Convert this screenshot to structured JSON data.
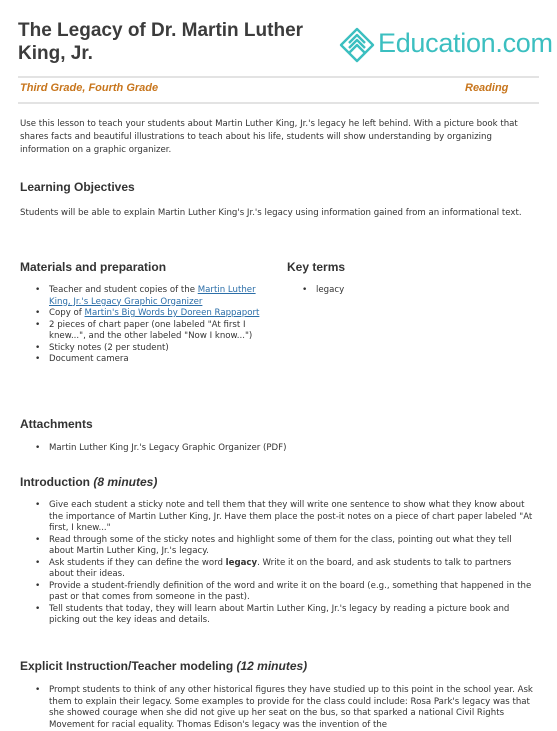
{
  "header": {
    "title": "The Legacy of Dr. Martin Luther King, Jr.",
    "logo_text": "Education.com",
    "brand_color": "#3bbfc0"
  },
  "meta": {
    "grades": "Third Grade, Fourth Grade",
    "subject": "Reading"
  },
  "intro_text": "Use this lesson to teach your students about Martin Luther King, Jr.'s legacy he left behind. With a picture book that shares facts and beautiful illustrations to teach about his life, students will show understanding by organizing information on a graphic organizer.",
  "objectives": {
    "heading": "Learning Objectives",
    "text": "Students will be able to explain Martin Luther King's Jr.'s legacy using information gained from an informational text."
  },
  "materials": {
    "heading": "Materials and preparation",
    "items": [
      {
        "pre": "Teacher and student copies of the ",
        "link": "Martin Luther King, Jr.'s Legacy Graphic Organizer",
        "post": ""
      },
      {
        "pre": "Copy of ",
        "link": "Martin's Big Words by Doreen Rappaport",
        "post": ""
      },
      {
        "pre": "2 pieces of chart paper (one labeled \"At first I knew...\", and the other labeled \"Now I know...\")",
        "link": "",
        "post": ""
      },
      {
        "pre": "Sticky notes (2 per student)",
        "link": "",
        "post": ""
      },
      {
        "pre": "Document camera",
        "link": "",
        "post": ""
      }
    ]
  },
  "key_terms": {
    "heading": "Key terms",
    "items": [
      "legacy"
    ]
  },
  "attachments": {
    "heading": "Attachments",
    "items": [
      "Martin Luther King Jr.'s Legacy Graphic Organizer (PDF)"
    ]
  },
  "introduction": {
    "heading": "Introduction",
    "duration": "(8 minutes)",
    "items": [
      {
        "pre": "Give each student a sticky note and tell them that they will write one sentence to show what they know about the importance of Martin Luther King, Jr. Have them place the post-it notes on a piece of chart paper labeled \"At first, I knew...\"",
        "bold": "",
        "post": ""
      },
      {
        "pre": "Read through some of the sticky notes and highlight some of them for the class, pointing out what they tell about Martin Luther King, Jr.'s legacy.",
        "bold": "",
        "post": ""
      },
      {
        "pre": "Ask students if they can define the word ",
        "bold": "legacy",
        "post": ". Write it on the board, and ask students to talk to partners about their ideas."
      },
      {
        "pre": "Provide a student-friendly definition of the word and write it on the board (e.g., something that happened in the past or that comes from someone in the past).",
        "bold": "",
        "post": ""
      },
      {
        "pre": "Tell students that today, they will learn about Martin Luther King, Jr.'s legacy by reading a picture book and picking out the key ideas and details.",
        "bold": "",
        "post": ""
      }
    ]
  },
  "explicit": {
    "heading": "Explicit Instruction/Teacher modeling",
    "duration": "(12 minutes)",
    "items": [
      "Prompt students to think of any other historical figures they have studied up to this point in the school year. Ask them to explain their legacy. Some examples to provide for the class could include: Rosa Park's legacy was that she showed courage when she did not give up her seat on the bus, so that sparked a national Civil Rights Movement for racial equality. Thomas Edison's legacy was the invention of the"
    ]
  }
}
